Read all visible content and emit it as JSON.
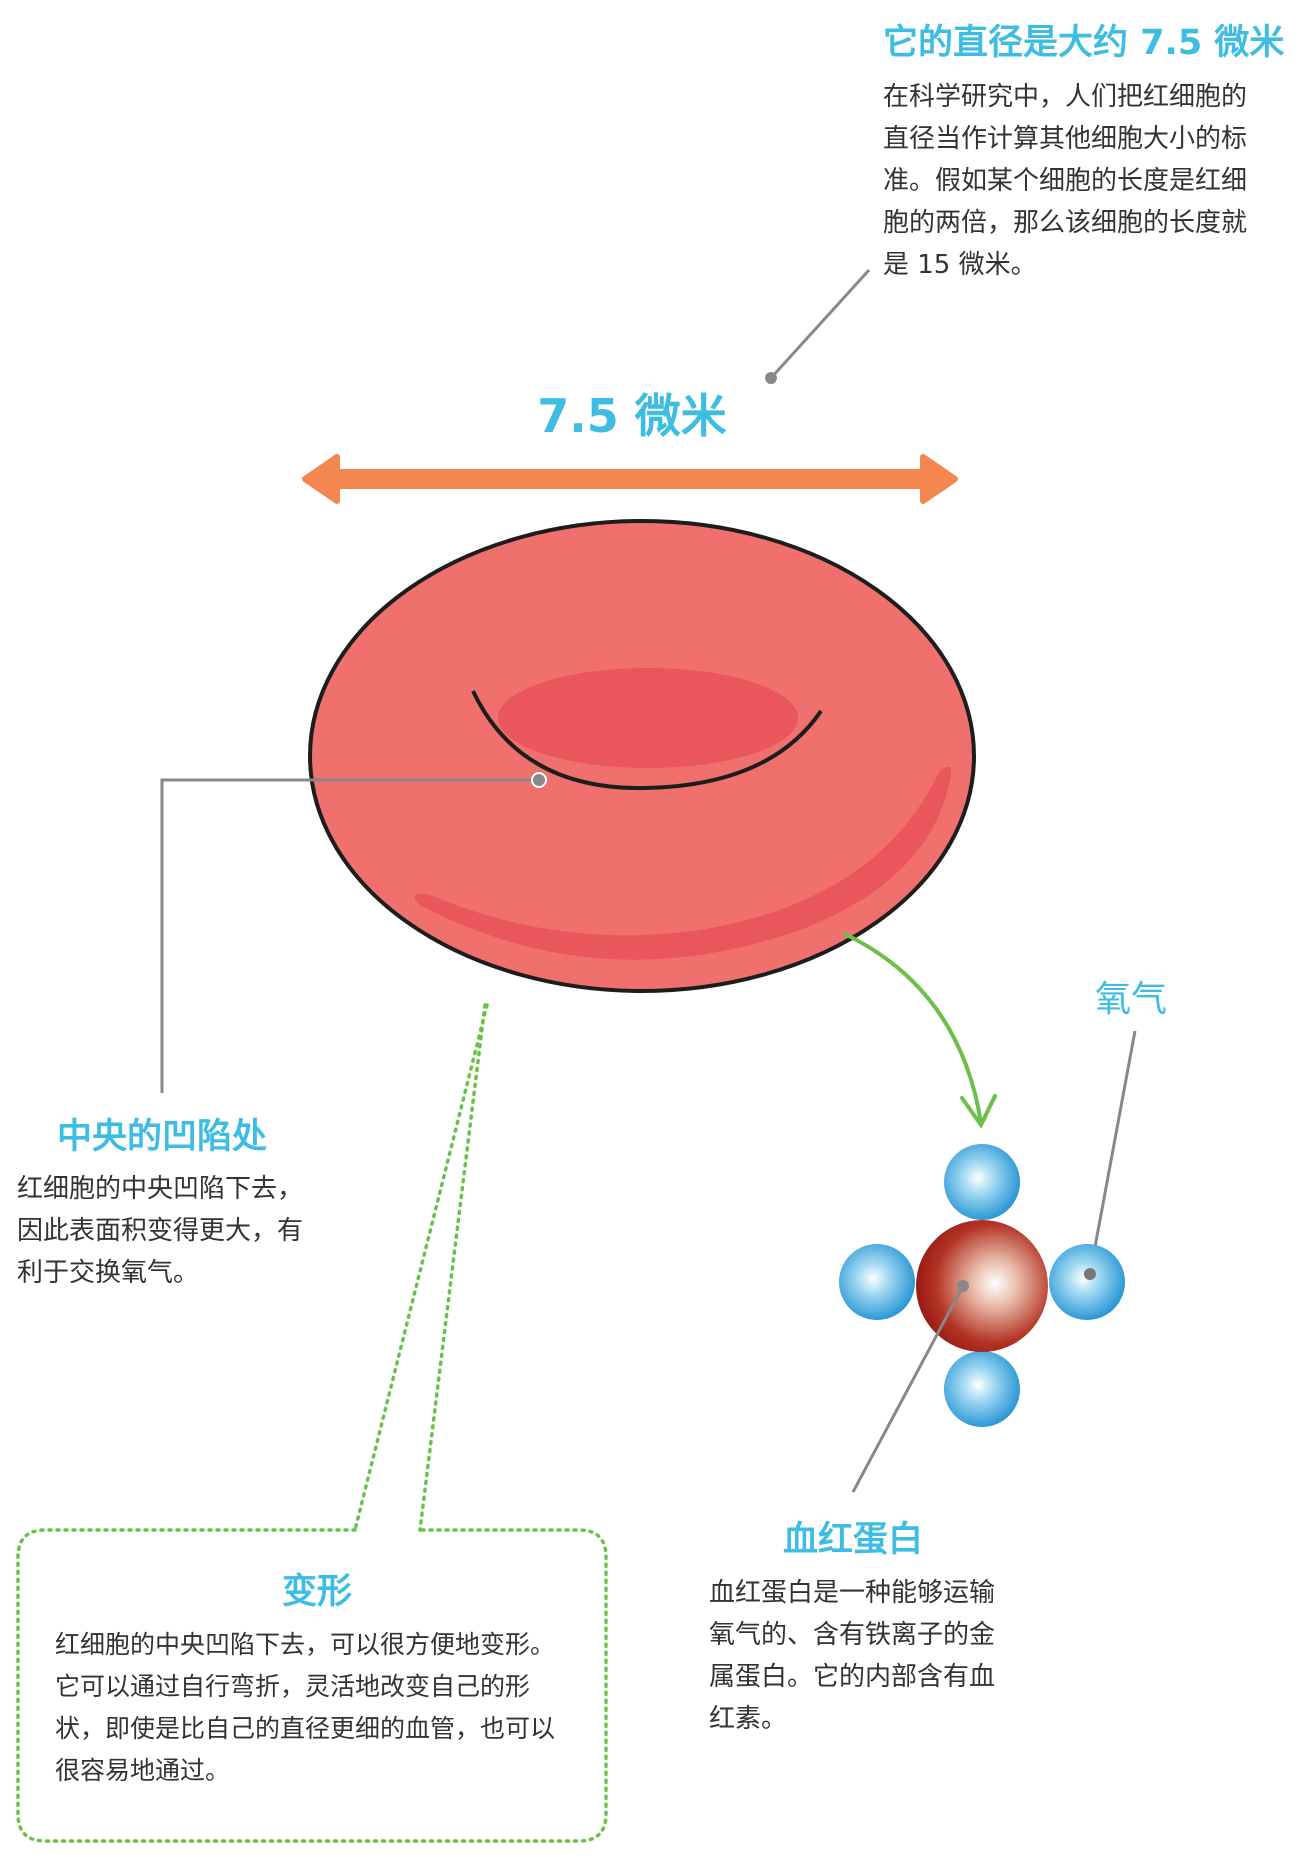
{
  "diameter_section": {
    "title": "它的直径是大约 7.5 微米",
    "lines": [
      "在科学研究中，人们把红细胞的",
      "直径当作计算其他细胞大小的标",
      "准。假如某个细胞的长度是红细",
      "胞的两倍，那么该细胞的长度就",
      "是 15 微米。"
    ]
  },
  "measurement_label": "7.5 微米",
  "center_section": {
    "title": "中央的凹陷处",
    "lines": [
      "红细胞的中央凹陷下去，",
      "因此表面积变得更大，有",
      "利于交换氧气。"
    ]
  },
  "oxygen_label": "氧气",
  "hemoglobin_section": {
    "title": "血红蛋白",
    "lines": [
      "血红蛋白是一种能够运输",
      "氧气的、含有铁离子的金",
      "属蛋白。它的内部含有血",
      "红素。"
    ]
  },
  "deform_section": {
    "title": "变形",
    "lines": [
      "红细胞的中央凹陷下去，可以很方便地变形。",
      "它可以通过自行弯折，灵活地改变自己的形",
      "状，即使是比自己的直径更细的血管，也可以",
      "很容易地通过。"
    ]
  },
  "colors": {
    "title_blue": "#3dbde2",
    "arrow_orange": "#f4874f",
    "cell_red": "#ef706d",
    "cell_dark": "#e9565c",
    "green": "#6cc04a",
    "oxygen_blue": "#2a9fd8",
    "hemoglobin_red": "#a8201a"
  }
}
